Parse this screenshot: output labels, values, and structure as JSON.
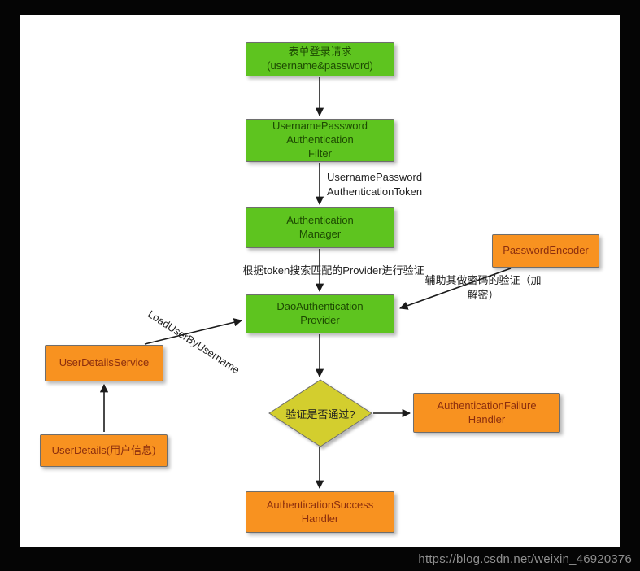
{
  "diagram": {
    "nodes": {
      "form_login": {
        "label": "表单登录请求\n(username&password)",
        "shape": "rect",
        "fill": "#5ec41f"
      },
      "auth_filter": {
        "label": "UsernamePassword\nAuthentication\nFilter",
        "shape": "rect",
        "fill": "#5ec41f"
      },
      "auth_manager": {
        "label": "Authentication\nManager",
        "shape": "rect",
        "fill": "#5ec41f"
      },
      "dao_provider": {
        "label": "DaoAuthentication\nProvider",
        "shape": "rect",
        "fill": "#5ec41f"
      },
      "password_encoder": {
        "label": "PasswordEncoder",
        "shape": "rect",
        "fill": "#f89220"
      },
      "user_details_service": {
        "label": "UserDetailsService",
        "shape": "rect",
        "fill": "#f89220"
      },
      "user_details": {
        "label": "UserDetails(用户信息)",
        "shape": "rect",
        "fill": "#f89220"
      },
      "decision": {
        "label": "验证是否通过?",
        "shape": "diamond",
        "fill": "#d3ce2d"
      },
      "failure_handler": {
        "label": "AuthenticationFailure\nHandler",
        "shape": "rect",
        "fill": "#f89220"
      },
      "success_handler": {
        "label": "AuthenticationSuccess\nHandler",
        "shape": "rect",
        "fill": "#f89220"
      }
    },
    "edge_labels": {
      "token": "UsernamePassword\nAuthenticationToken",
      "provider_match": "根据token搜索匹配的Provider进行验证",
      "password_assist": "辅助其做密码的验证（加\n解密）",
      "load_user": "LoadUserByUsername"
    },
    "colors": {
      "process_fill": "#5ec41f",
      "process_text": "#1d4a02",
      "accent_fill": "#f89220",
      "accent_text": "#8b2e0e",
      "decision_fill": "#d3ce2d",
      "arrow": "#1b1b1b",
      "canvas": "#ffffff",
      "frame": "#050505"
    }
  },
  "watermark": "https://blog.csdn.net/weixin_46920376"
}
